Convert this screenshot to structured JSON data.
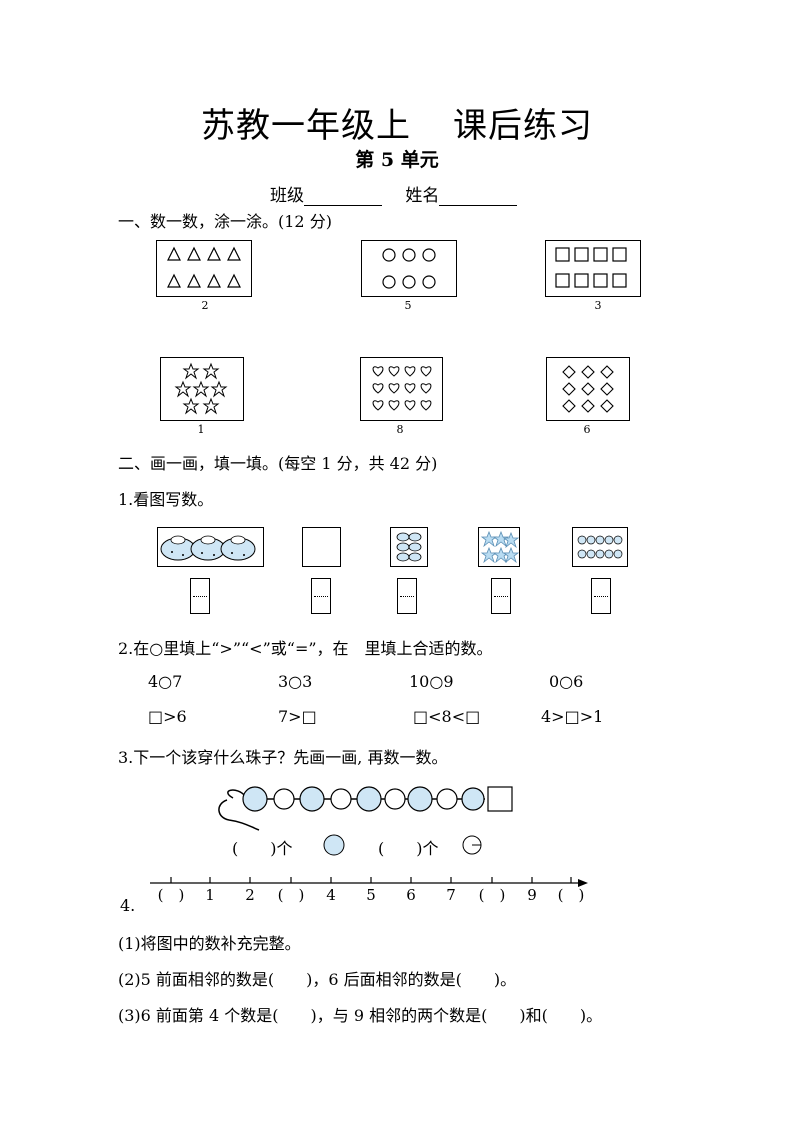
{
  "header": {
    "title_left": "苏教一年级上",
    "title_right": "课后练习",
    "subtitle": "第 5 单元",
    "class_label": "班级",
    "name_label": "姓名"
  },
  "section1": {
    "heading": "一、数一数，涂一涂。(12 分)",
    "boxes": [
      {
        "shape": "triangle",
        "count": 8,
        "caption": "2"
      },
      {
        "shape": "circle",
        "count": 6,
        "caption": "5"
      },
      {
        "shape": "square",
        "count": 8,
        "caption": "3"
      },
      {
        "shape": "star",
        "count": 7,
        "caption": "1"
      },
      {
        "shape": "heart",
        "count": 12,
        "caption": "8"
      },
      {
        "shape": "diamond",
        "count": 9,
        "caption": "6"
      }
    ]
  },
  "section2": {
    "heading": "二、画一画，填一填。(每空 1 分，共 42 分)",
    "q1": "1.看图写数。",
    "q2": "2.在○里填上“>”“<”或“=”，在　里填上合适的数。",
    "q2_row1": [
      "4○7",
      "3○3",
      "10○9",
      "0○6"
    ],
    "q2_row2": [
      "□>6",
      "7>□",
      "□<8<□",
      "4>□>1"
    ],
    "q3": "3.下一个该穿什么珠子？先画一画, 再数一数。",
    "q3_count1": "(　　)个",
    "q3_count2": "(　　)个",
    "q4_label": "4.",
    "numberline": [
      "(　)",
      "1",
      "2",
      "(　)",
      "4",
      "5",
      "6",
      "7",
      "(　)",
      "9",
      "(　)"
    ],
    "q4_1": "(1)将图中的数补充完整。",
    "q4_2": "(2)5 前面相邻的数是(　　)，6 后面相邻的数是(　　)。",
    "q4_3": "(3)6 前面第 4 个数是(　　)，与 9 相邻的两个数是(　　)和(　　)。"
  },
  "colors": {
    "bead_fill": "#cfe6f5",
    "ink": "#000000"
  }
}
